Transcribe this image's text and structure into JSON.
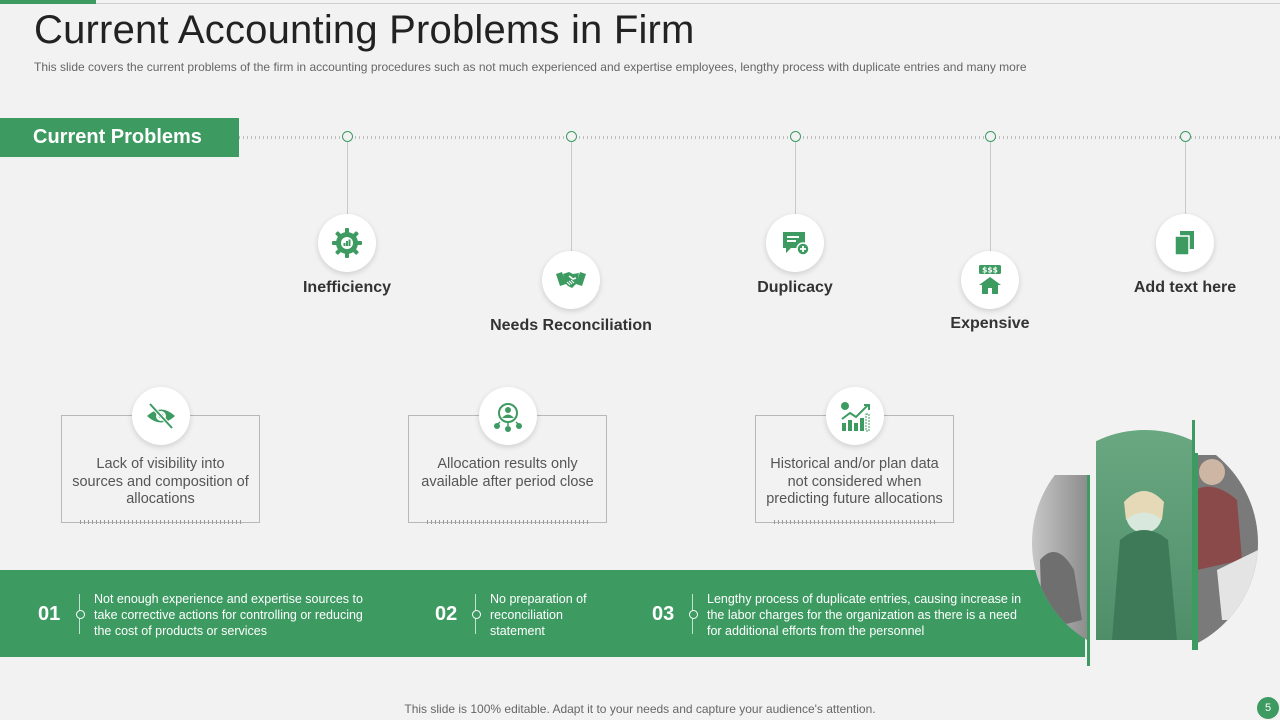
{
  "slide": {
    "title": "Current Accounting Problems in Firm",
    "subtitle": "This slide covers the current problems of the firm in accounting procedures such as not much experienced and expertise employees, lengthy process with duplicate entries and many more",
    "banner": "Current Problems",
    "footer": "This slide is 100% editable. Adapt it to your needs and capture your audience's attention.",
    "page_number": "5"
  },
  "colors": {
    "accent": "#3d9b62",
    "background": "#f2f2f2"
  },
  "timeline_items": [
    {
      "label": "Inefficiency",
      "icon": "gear-chart-icon"
    },
    {
      "label": "Needs Reconciliation",
      "icon": "handshake-icon"
    },
    {
      "label": "Duplicacy",
      "icon": "message-add-icon"
    },
    {
      "label": "Expensive",
      "icon": "house-cost-icon"
    },
    {
      "label": "Add text here",
      "icon": "copy-pages-icon"
    }
  ],
  "cards": [
    {
      "text": "Lack of visibility into sources and composition of allocations",
      "icon": "eye-slash-icon"
    },
    {
      "text": "Allocation results only available after period close",
      "icon": "team-network-icon"
    },
    {
      "text": "Historical and/or plan data not considered when predicting future allocations",
      "icon": "growth-chart-icon"
    }
  ],
  "band": [
    {
      "num": "01",
      "text": "Not enough experience and expertise sources to take corrective actions for controlling or reducing the cost of products or services"
    },
    {
      "num": "02",
      "text": "No preparation of reconciliation statement"
    },
    {
      "num": "03",
      "text": "Lengthy process of duplicate entries, causing increase in the labor charges for the organization as there is a need for additional efforts from the personnel"
    }
  ]
}
